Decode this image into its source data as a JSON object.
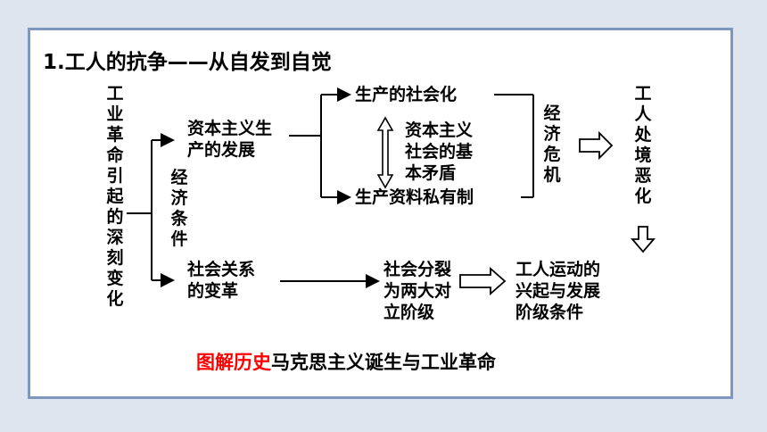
{
  "heading": "1.工人的抗争——从自发到自觉",
  "diagram": {
    "root": "工业革命引起的深刻变化",
    "economic_condition": "经济条件",
    "capitalist_production_dev": [
      "资本主义生",
      "产的发展"
    ],
    "socialized_production": "生产的社会化",
    "basic_contradiction": [
      "资本主义",
      "社会的基",
      "本矛盾"
    ],
    "private_ownership": "生产资料私有制",
    "economic_crisis": "经济危机",
    "worsening_conditions": "工人处境恶化",
    "social_change": [
      "社会关系",
      "的变革"
    ],
    "two_classes": [
      "社会分裂",
      "为两大对",
      "立阶级"
    ],
    "labor_movement": [
      "工人运动的",
      "兴起与发展",
      "阶级条件"
    ]
  },
  "caption": {
    "red": "图解历史",
    "black": "马克思主义诞生与工业革命"
  },
  "colors": {
    "frame_border": "#7f97bf",
    "caption_highlight": "#ff0000"
  }
}
